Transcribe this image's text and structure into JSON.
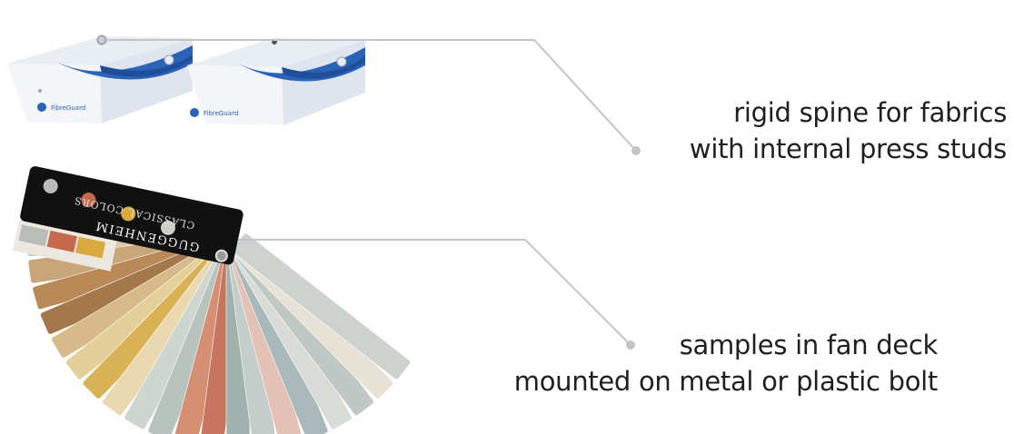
{
  "callouts": {
    "spine": {
      "line1": "rigid spine for fabrics",
      "line2": "with internal press studs"
    },
    "fan": {
      "line1": "samples in fan deck",
      "line2": "mounted on metal or plastic bolt"
    }
  },
  "spine_box": {
    "brand": "FibreGuard"
  },
  "fan_deck": {
    "card_title": "GUGGENHEIM",
    "card_subtitle": "CLASSICAL COLORS",
    "swatch_colors": [
      "#b9bdb8",
      "#c5684c",
      "#d9a93f",
      "#cfcfc9"
    ],
    "blade_colors": [
      "#efe9df",
      "#e8dfcf",
      "#d9c7a8",
      "#c9a57a",
      "#b98a57",
      "#a4784a",
      "#d7b98a",
      "#e4cf9b",
      "#d8b255",
      "#e9d8b0",
      "#cfd6cf",
      "#b8c3bd",
      "#d58f73",
      "#c87560",
      "#9fb2ad",
      "#c4cdc9",
      "#e3c2b5",
      "#a9b9bb",
      "#d9dcd6",
      "#bfc8c4",
      "#e8e2d6",
      "#cdd2cf"
    ]
  },
  "colors": {
    "leader_line": "#c4c4c4",
    "text": "#1f1f1f",
    "box_blue": "#2a63b8"
  }
}
